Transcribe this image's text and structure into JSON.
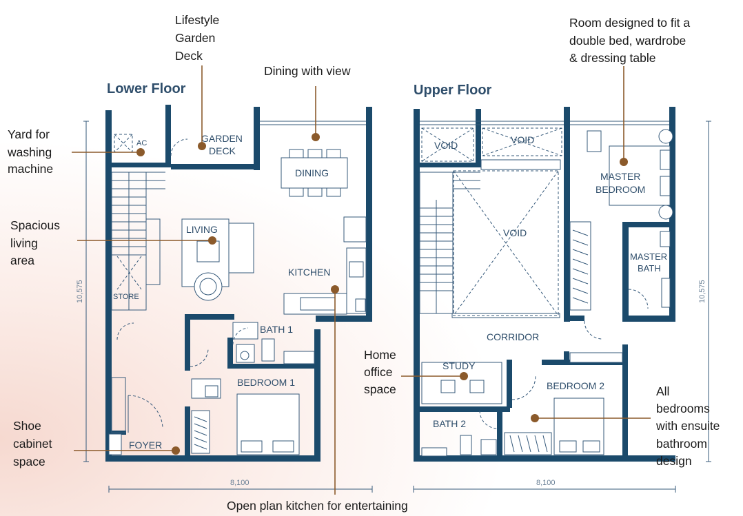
{
  "colors": {
    "wall": "#1b4a6b",
    "label": "#2f4e6b",
    "leader": "#8b5a2b",
    "text": "#1a1a1a"
  },
  "floors": {
    "lower": {
      "title": "Lower Floor",
      "rooms": {
        "ac": "AC",
        "garden_1": "GARDEN",
        "garden_2": "DECK",
        "dining": "DINING",
        "living": "LIVING",
        "kitchen": "KITCHEN",
        "store": "STORE",
        "bath1": "BATH 1",
        "bedroom1": "BEDROOM 1",
        "foyer": "FOYER"
      },
      "dims": {
        "width": "8,100",
        "height": "10,575"
      }
    },
    "upper": {
      "title": "Upper Floor",
      "rooms": {
        "void_left": "VOID",
        "void_top": "VOID",
        "void_center": "VOID",
        "master_1": "MASTER",
        "master_2": "BEDROOM",
        "master_bath_1": "MASTER",
        "master_bath_2": "BATH",
        "corridor": "CORRIDOR",
        "study": "STUDY",
        "bedroom2": "BEDROOM 2",
        "bath2": "BATH 2"
      },
      "dims": {
        "width": "8,100",
        "height": "10,575"
      }
    }
  },
  "annotations": {
    "garden_deck": [
      "Lifestyle",
      "Garden",
      "Deck"
    ],
    "dining_view": [
      "Dining with view"
    ],
    "washing": [
      "Yard for",
      "washing",
      "machine"
    ],
    "living": [
      "Spacious",
      "living",
      "area"
    ],
    "shoe": [
      "Shoe",
      "cabinet",
      "space"
    ],
    "kitchen": [
      "Open plan kitchen for entertaining"
    ],
    "master": [
      "Room designed to fit a",
      "double bed, wardrobe",
      "& dressing table"
    ],
    "office": [
      "Home",
      "office",
      "space"
    ],
    "bedrooms": [
      "All",
      "bedrooms",
      "with ensuite",
      "bathroom",
      "design"
    ]
  }
}
